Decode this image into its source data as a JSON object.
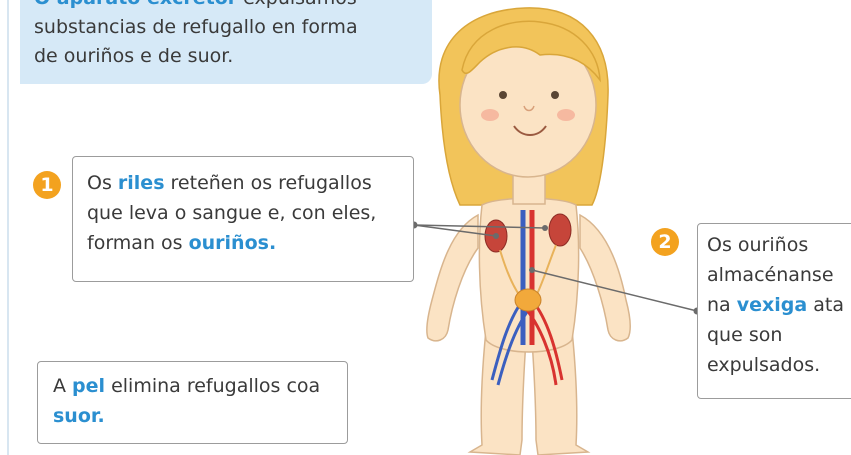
{
  "intro": {
    "partial_label": "O aparato excretor",
    "partial_rest": " expulsamos",
    "line2": "substancias de refugallo en forma",
    "line3": "de ouriños e de suor."
  },
  "callout1": {
    "number": "1",
    "t1": "Os ",
    "k1": "riles",
    "t2": " reteñen os refugallos que leva o sangue e, con eles, forman os ",
    "k2": "ouriños."
  },
  "callout2": {
    "number": "2",
    "t1": "Os ouriños almacénanse na ",
    "k1": "vexiga",
    "t2": " ata que son expulsados."
  },
  "note_skin": {
    "t1": "A ",
    "k1": "pel",
    "t2": " elimina refugallos coa ",
    "k2": "suor."
  },
  "colors": {
    "highlight": "#2b8fd0",
    "badge": "#f3a21f",
    "intro_bg": "#d6e9f7",
    "skin": "#fbe3c4",
    "hair": "#f2c45a"
  },
  "figure": {
    "subject": "child-body-excretory-illustration"
  }
}
